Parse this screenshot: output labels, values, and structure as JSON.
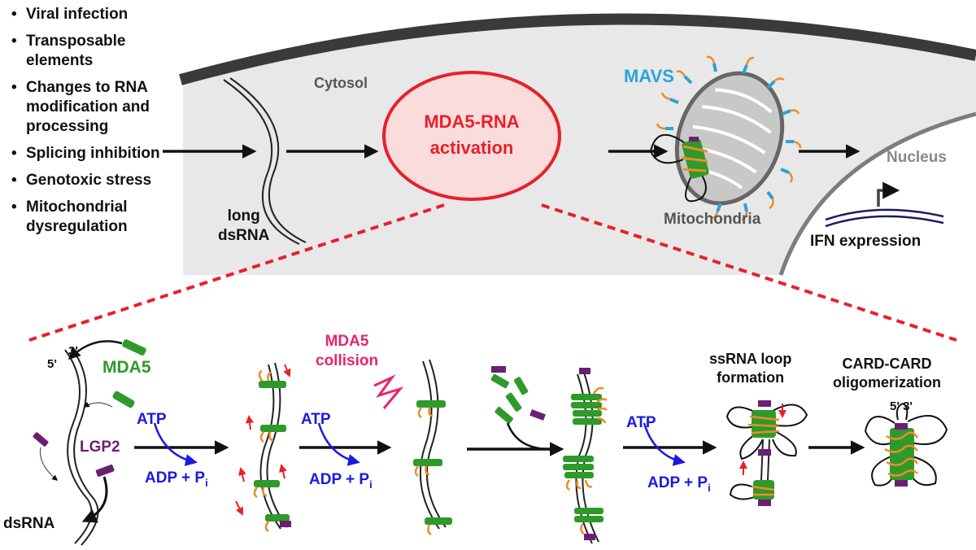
{
  "triggers": {
    "bullet": "•",
    "items": [
      [
        "Viral infection"
      ],
      [
        "Transposable",
        "elements"
      ],
      [
        "Changes to RNA",
        "modification and",
        "processing"
      ],
      [
        "Splicing inhibition"
      ],
      [
        "Genotoxic stress"
      ],
      [
        "Mitochondrial",
        "dysregulation"
      ]
    ]
  },
  "cell": {
    "cytosol": "Cytosol",
    "long_dsrna": [
      "long",
      "dsRNA"
    ],
    "activation": [
      "MDA5-RNA",
      "activation"
    ],
    "mavs": "MAVS",
    "mitochondria": "Mitochondria",
    "nucleus": "Nucleus",
    "ifn": "IFN expression"
  },
  "mechanism": {
    "mda5": "MDA5",
    "lgp2": "LGP2",
    "dsrna": "dsRNA",
    "end5": "5'",
    "end3": "3'",
    "collision": [
      "MDA5",
      "collision"
    ],
    "atp": "ATP",
    "adp": "ADP + P",
    "pi_sub": "i",
    "loop": [
      "ssRNA loop",
      "formation"
    ],
    "card": [
      "CARD-CARD",
      "oligomerization"
    ],
    "card_ends": "5' 3'"
  },
  "colors": {
    "mda5_green": "#2e9a2a",
    "lgp2_purple": "#6a1f73",
    "card_orange": "#f08a2a",
    "mavs_blue": "#2aa3d8",
    "activation_red": "#e8202a",
    "collision_pink": "#e8246e",
    "atp_blue": "#1a1ae0",
    "cytosol_gray": "#e9e9e9"
  }
}
